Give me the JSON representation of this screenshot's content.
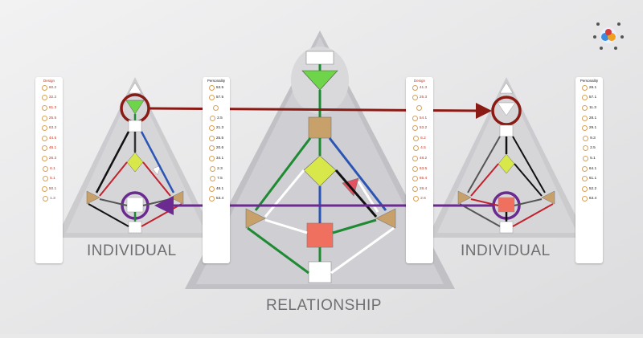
{
  "captions": {
    "left": "INDIVIDUAL",
    "center": "RELATIONSHIP",
    "right": "INDIVIDUAL"
  },
  "panels": {
    "left_design": {
      "header": "Design",
      "rows": [
        "60.2",
        "32.2",
        "61.3",
        "25.5",
        "63.3",
        "44.5",
        "46.1",
        "26.3",
        "6.1",
        "5.1",
        "50.1",
        "1.3"
      ]
    },
    "left_personality": {
      "header": "Personality",
      "rows": [
        "53.5",
        "57.5",
        "",
        "2.5",
        "21.3",
        "25.5",
        "20.6",
        "34.1",
        "2.3",
        "7.5",
        "48.1",
        "53.4"
      ]
    },
    "right_design": {
      "header": "Design",
      "rows": [
        "41.3",
        "25.3",
        "",
        "54.1",
        "53.2",
        "6.2",
        "4.5",
        "48.2",
        "63.5",
        "65.4",
        "28.4",
        "2.6"
      ]
    },
    "right_personality": {
      "header": "Personality",
      "rows": [
        "28.1",
        "57.1",
        "11.3",
        "28.1",
        "29.1",
        "9.3",
        "2.5",
        "5.1",
        "64.1",
        "61.1",
        "52.2",
        "63.4"
      ]
    }
  },
  "colors": {
    "arrow_red": "#8a1a14",
    "arrow_purple": "#6b2a8f",
    "head_center": "#ecef3a",
    "ajna": "#6ed44a",
    "g_center": "#d8e84a",
    "heart": "#e25263",
    "spleen_sacral": "#c8a06a",
    "sacral_center": "#f07060",
    "root": "#e8e3d8",
    "channel_green": "#1f8a34",
    "channel_blue": "#2b55b5",
    "channel_black": "#111111",
    "channel_red": "#c0212c"
  },
  "icons": [
    "bodygraph-logo-icon"
  ]
}
